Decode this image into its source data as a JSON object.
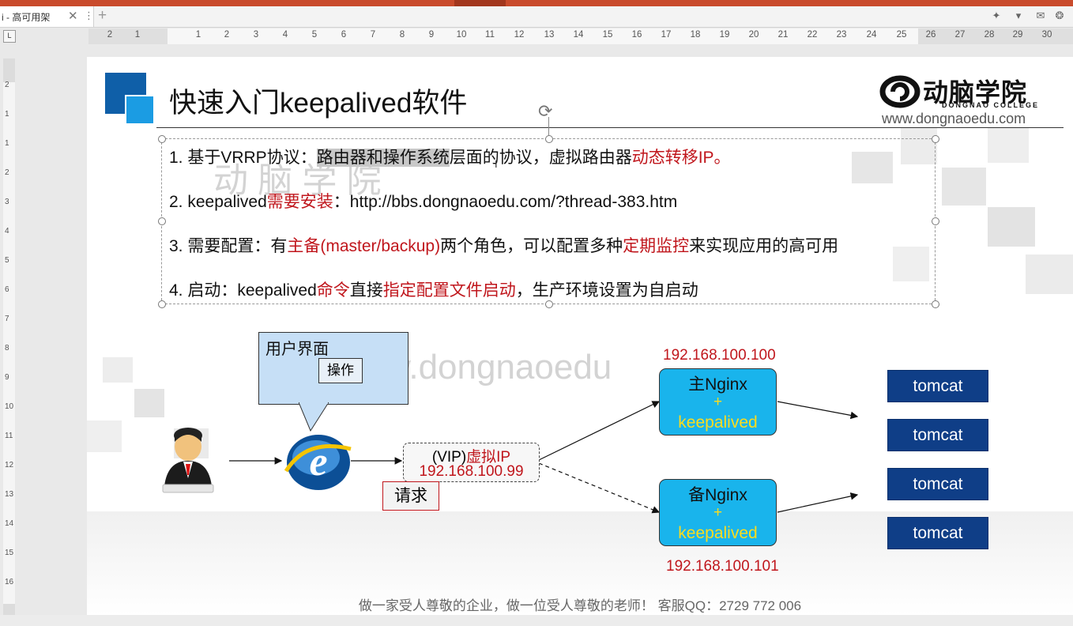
{
  "tab": {
    "title": "i - 高可用架",
    "close": "✕",
    "more": "⋮",
    "new_tab": "+"
  },
  "ruler": {
    "corner": "L",
    "h_numbers": [
      "2",
      "1",
      "1",
      "2",
      "3",
      "4",
      "5",
      "6",
      "7",
      "8",
      "9",
      "10",
      "11",
      "12",
      "13",
      "14",
      "15",
      "16",
      "17",
      "18",
      "19",
      "20",
      "21",
      "22",
      "23",
      "24",
      "25",
      "26",
      "27",
      "28",
      "29",
      "30"
    ],
    "v_numbers": [
      "2",
      "1",
      "1",
      "2",
      "3",
      "4",
      "5",
      "6",
      "7",
      "8",
      "9",
      "10",
      "11",
      "12",
      "13",
      "14",
      "15",
      "16"
    ]
  },
  "slide": {
    "title": "快速入门keepalived软件",
    "brand": "动脑学院",
    "brand_en": "DONGNAO COLLEGE",
    "brand_url": "www.dongnaoedu.com",
    "watermark_top": "动 脑 学 院",
    "watermark_mid": "w.dongnaoedu",
    "lines": [
      {
        "parts": [
          {
            "text": "1. 基于VRRP协议：",
            "style": "n"
          },
          {
            "text": "路由器和操作系统",
            "style": "hl"
          },
          {
            "text": "层面的协议，虚拟路由器",
            "style": "n"
          },
          {
            "text": "动态转移IP。",
            "style": "red"
          }
        ]
      },
      {
        "parts": [
          {
            "text": "2. keepalived",
            "style": "n"
          },
          {
            "text": "需要安装",
            "style": "red"
          },
          {
            "text": "：http://bbs.dongnaoedu.com/?thread-383.htm",
            "style": "n"
          }
        ]
      },
      {
        "parts": [
          {
            "text": "3. 需要配置：有",
            "style": "n"
          },
          {
            "text": "主备(master/backup)",
            "style": "red"
          },
          {
            "text": "两个角色，可以配置多种",
            "style": "n"
          },
          {
            "text": "定期监控",
            "style": "red"
          },
          {
            "text": "来实现应用的高可用",
            "style": "n"
          }
        ]
      },
      {
        "parts": [
          {
            "text": "4. 启动：keepalived",
            "style": "n"
          },
          {
            "text": "命令",
            "style": "red"
          },
          {
            "text": "直接",
            "style": "n"
          },
          {
            "text": "指定配置文件启动",
            "style": "red"
          },
          {
            "text": "，生产环境设置为自启动",
            "style": "n"
          }
        ]
      }
    ],
    "diagram": {
      "ui_label": "用户界面",
      "ui_button": "操作",
      "vip_prefix": "(VIP)",
      "vip_label": "虚拟IP",
      "vip_ip": "192.168.100.99",
      "request": "请求",
      "master": {
        "name": "主Nginx",
        "plus": "+",
        "sub": "keepalived",
        "ip": "192.168.100.100"
      },
      "backup": {
        "name": "备Nginx",
        "plus": "+",
        "sub": "keepalived",
        "ip": "192.168.100.101"
      },
      "tomcats": [
        "tomcat",
        "tomcat",
        "tomcat",
        "tomcat"
      ]
    },
    "footer": "做一家受人尊敬的企业，做一位受人尊敬的老师！ 客服QQ：2729 772 006"
  },
  "colors": {
    "red": "#c0161c",
    "nginx_blue": "#19b4ec",
    "tomcat_navy": "#0f3e87",
    "keepalived_yellow": "#fddc1d"
  }
}
